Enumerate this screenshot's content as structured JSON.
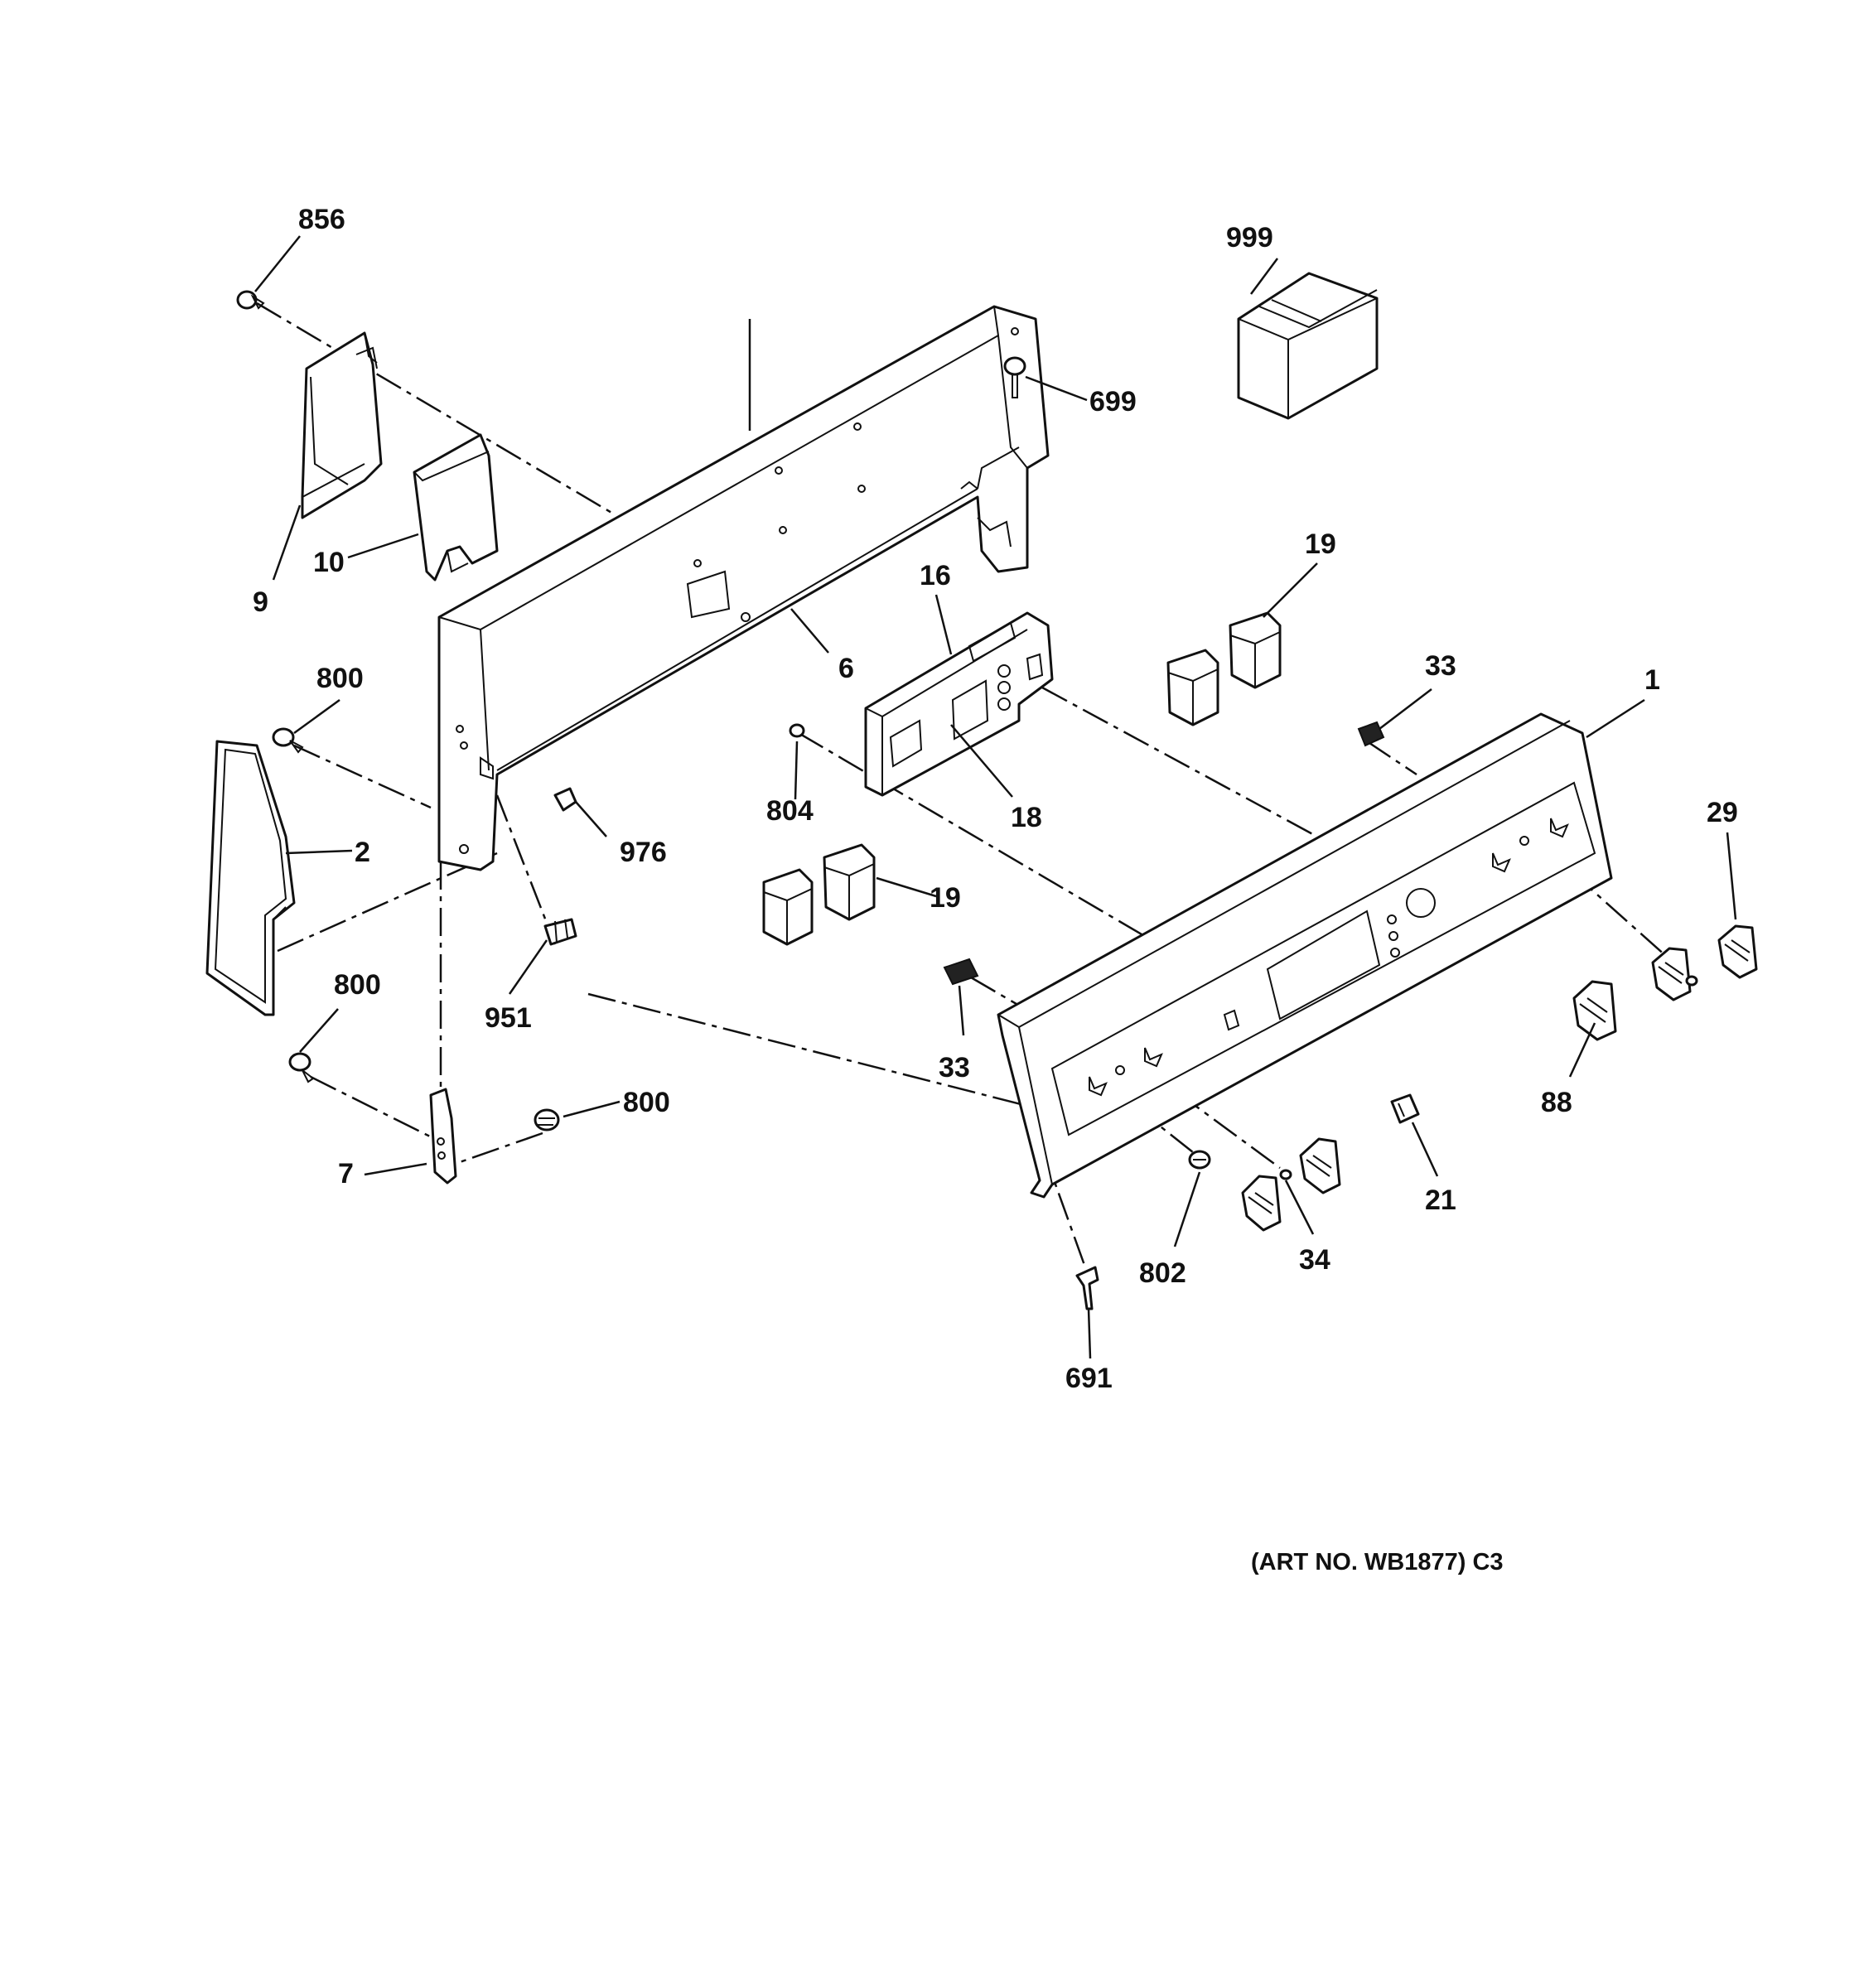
{
  "callouts": {
    "c856": "856",
    "c999": "999",
    "c699": "699",
    "c9": "9",
    "c10": "10",
    "c19a": "19",
    "c16": "16",
    "c6": "6",
    "c800a": "800",
    "c33a": "33",
    "c1": "1",
    "c2": "2",
    "c976": "976",
    "c804": "804",
    "c18": "18",
    "c29": "29",
    "c19b": "19",
    "c951": "951",
    "c800b": "800",
    "c33b": "33",
    "c88": "88",
    "c800c": "800",
    "c7": "7",
    "c21": "21",
    "c802": "802",
    "c34": "34",
    "c691": "691"
  },
  "art_note": "(ART NO. WB1877) C3"
}
